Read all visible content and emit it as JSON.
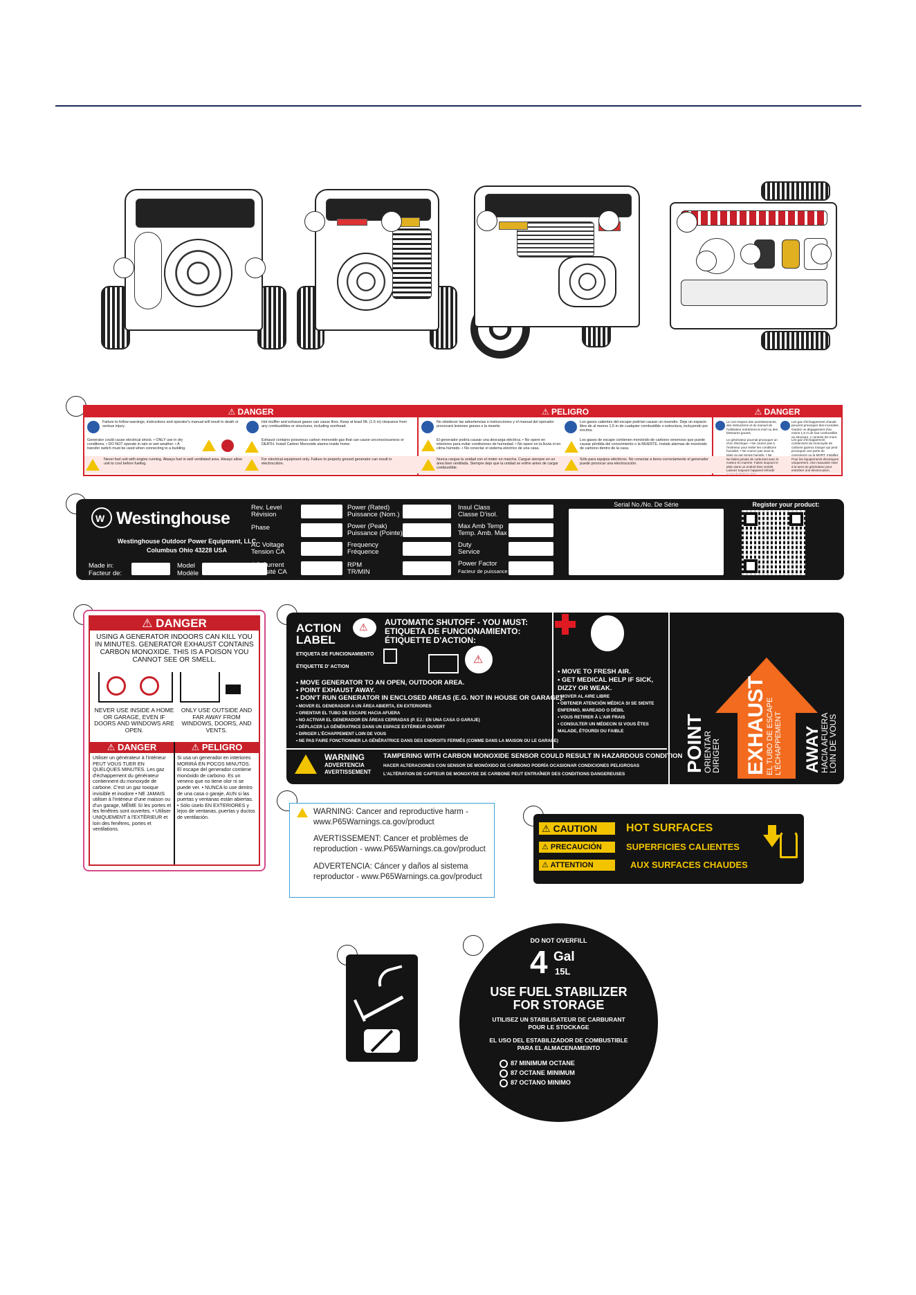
{
  "generator_faces": [
    {
      "name": "rear-view"
    },
    {
      "name": "left-side-view"
    },
    {
      "name": "right-side-view"
    },
    {
      "name": "control-panel-view"
    }
  ],
  "danger_label": {
    "sections": [
      {
        "header": "DANGER",
        "texts": [
          "Failure to follow warnings, instructions and operator's manual will result in death or serious injury.",
          "Hot muffler and exhaust gases can cause fires. Keep at least 5ft. (1.5 m) clearance from any combustibles or structures, including overhead.",
          "Generator could cause electrical shock. • ONLY use in dry conditions. • DO NOT operate in rain or wet weather. • A transfer switch must be used when connecting to a building.",
          "Exhaust contains poisonous carbon monoxide gas that can cause unconsciousness or DEATH. Install Carbon Monoxide alarms inside home.",
          "Never fuel unit with engine running. Always fuel in well ventilated area. Always allow unit to cool before fueling.",
          "For electrical equipment only. Failure to properly ground generator can result in electrocution."
        ]
      },
      {
        "header": "PELIGRO",
        "texts": [
          "No obedecer las advertencias e instrucciones y el manual del operador provocará lesiones graves o la muerte.",
          "Los gases calientes del escape podrían causar un incendio. Deje un espacio libre de al menos 1,5 m de cualquier combustible o estructura, incluyendo por encima.",
          "El generador podría causar una descarga eléctrica. • No opere en interiores para evitar condiciones de humedad. • No opere en la lluvia ni en clima húmedo. • No conectar el sistema eléctrico de una casa.",
          "Los gases de escape contienen monóxido de carbono venenoso que puede causar pérdida del conocimiento o la MUERTE. Instale alarmas de monóxido de carbono dentro de la casa.",
          "Nunca cargue la unidad con el motor en marcha. Cargue siempre en un área bien ventilada. Siempre deje que la unidad se enfríe antes de cargar combustible.",
          "Sólo para equipos eléctricos. No conectar a tierra correctamente el generador puede provocar una electrocución."
        ]
      },
      {
        "header": "DANGER",
        "texts": [
          "Le non-respect des avertissements, des instructions et du manuel de l'utilisateur entraînera la mort ou des blessures graves.",
          "Les gaz d'échappement chauds peuvent provoquer des incendies. Gardez un dégagement d'au moins 1,5 m de tout combustible ou structure, y compris les murs.",
          "Le générateur pourrait provoquer un choc électrique. • Ne courez pas à l'extérieur pour éviter les conditions humides. • Ne courez pas sous la pluie ou par temps humide. • Ne vous connectez pas au système électrique d'une maison.",
          "Les gaz d'échappement contiennent du monoxyde de carbone gazeux toxique qui peut provoquer une perte de conscience ou la MORT. Installez des avertisseurs de monoxyde de carbone à l'intérieur de la maison.",
          "Ne faites jamais de carburant avec le moteur en marche. Faites toujours le plein dans un endroit bien ventilé. Laissez toujours l'appareil refroidir avant de faire le plein.",
          "Pour les équipements électriques uniquement. Une mauvaise mise à la terre du générateur peut entraîner une électrocution."
        ]
      }
    ]
  },
  "rating_label": {
    "brand": "Westinghouse",
    "company": "Westinghouse Outdoor Power Equipment, LLC",
    "city": "Columbus Ohio 43228 USA",
    "made_in": "Made in:",
    "made_in_fr": "Facteur de:",
    "model": "Model",
    "model_fr": "Modèle",
    "col1": [
      {
        "en": "Rev. Level",
        "fr": "Révision"
      },
      {
        "en": "Phase",
        "fr": ""
      },
      {
        "en": "AC Voltage",
        "fr": "Tension CA"
      },
      {
        "en": "AC Current",
        "fr": "Intensité CA"
      }
    ],
    "col2": [
      {
        "en": "Power (Rated)",
        "fr": "Puissance (Nom.)"
      },
      {
        "en": "Power (Peak)",
        "fr": "Puissance (Pointe)"
      },
      {
        "en": "Frequency",
        "fr": "Fréquence"
      },
      {
        "en": "RPM",
        "fr": "TR/MIN"
      }
    ],
    "col3": [
      {
        "en": "Insul Class",
        "fr": "Classe D'isol."
      },
      {
        "en": "Max Amb Temp",
        "fr": "Temp. Amb. Max"
      },
      {
        "en": "Duty",
        "fr": "Service"
      },
      {
        "en": "Power Factor",
        "fr": "Facteur de puissance"
      }
    ],
    "serial": "Serial No./No. De Série",
    "register": "Register your product:"
  },
  "co_danger_label": {
    "header": "DANGER",
    "intro": "USING A GENERATOR INDOORS CAN KILL YOU IN MINUTES. GENERATOR EXHAUST CONTAINS CARBON MONOXIDE. THIS IS A POISON YOU CANNOT SEE OR SMELL.",
    "never": "NEVER USE INSIDE A HOME OR GARAGE, EVEN IF DOORS AND WINDOWS ARE OPEN.",
    "only": "ONLY USE OUTSIDE AND FAR AWAY FROM WINDOWS, DOORS, AND VENTS.",
    "fr_header": "DANGER",
    "es_header": "PELIGRO",
    "fr_text": "Utiliser un générateur à l'intérieur PEUT VOUS TUER EN QUELQUES MINUTES. Les gaz d'échappement du générateur contiennent du monoxyde de carbone. C'est un gaz toxique invisible et inodore • NE JAMAIS utiliser à l'intérieur d'une maison ou d'un garage, MÊME SI les portes et les fenêtres sont ouvertes. • Utiliser UNIQUEMENT à l'EXTÉRIEUR et loin des fenêtres, portes et ventilations.",
    "es_text": "Si usa un generador en interiores MORIRÁ EN POCOS MINUTOS. El escape del generador contiene monóxido de carbono. Es un veneno que no tiene olor ni se puede ver. • NUNCA lo use dentro de una casa o garaje, AUN si las puertas y ventanas están abiertas. • Sólo úselo EN EXTERIORES y lejos de ventanas, puertas y ductos de ventilación."
  },
  "action_label": {
    "title1": "ACTION",
    "title2": "LABEL",
    "title_es": "ETIQUETA DE FUNCIONAMIENTO",
    "title_fr": "ÉTIQUETTE D' ACTION",
    "auto1": "AUTOMATIC SHUTOFF - YOU MUST:",
    "auto2": "ETIQUETA DE FUNCIONAMIENTO:",
    "auto3": "ÉTIQUETTE D'ACTION:",
    "steps": [
      "• MOVE GENERATOR TO AN OPEN, OUTDOOR AREA.",
      "• POINT EXHAUST AWAY.",
      "• DON'T RUN GENERATOR IN ENCLOSED AREAS (E.G. NOT IN HOUSE OR GARAGE).",
      "• MOVER EL GENERADOR A UN ÁREA ABIERTA, EN EXTERIORES",
      "• ORIENTAR EL TUBO DE ESCAPE HACIA AFUERA",
      "• NO ACTIVAR EL GENERADOR EN ÁREAS CERRADAS (P. EJ.: EN UNA CASA O GARAJE)",
      "• DÉPLACER LA GÉNÉRATRICE DANS UN ESPACE EXTÉRIEUR OUVERT",
      "• DIRIGER L'ÉCHAPPEMENT LOIN DE VOUS",
      "• NE PAS FAIRE FONCTIONNER LA GÉNÉRATRICE DANS DES ENDROITS FERMÉS (COMME DANS LA MAISON OU LE GARAGE)"
    ],
    "health": [
      "• MOVE TO FRESH AIR.",
      "• GET MEDICAL HELP IF SICK,",
      "  DIZZY OR WEAK.",
      "• MOVER AL AIRE LIBRE",
      "• OBTENER ATENCIÓN MÉDICA SI SE SIENTE",
      "ENFERMO, MAREADO O DÉBIL",
      "• VOUS RETIRER À L'AIR FRAIS",
      "• CONSULTER UN MÉDECIN SI VOUS ÊTES",
      "MALADE, ÉTOURDI OU FAIBLE"
    ],
    "warning": "WARNING",
    "warning_es": "ADVERTENCIA",
    "warning_fr": "AVERTISSEMENT",
    "tamper_en": "TAMPERING WITH CARBON MONOXIDE SENSOR COULD RESULT IN HAZARDOUS CONDITION",
    "tamper_es": "HACER ALTERACIONES CON SENSOR DE MONÓXIDO DE CARBONO PODRÍA OCASIONAR CONDICIONES PELIGROSAS",
    "tamper_fr": "L'ALTÉRATION DE CAPTEUR DE MONOXYDE DE CARBONE PEUT ENTRAÎNER DES CONDITIONS DANGEREUSES",
    "point": "POINT",
    "point_es": "ORIENTAR",
    "point_fr": "DIRIGER",
    "exhaust": "EXHAUST",
    "exhaust_es": "EL TUBO DE ESCAPE",
    "exhaust_fr": "L'ÉCHAPPEMENT",
    "away": "AWAY",
    "away_es": "HACIA AFUERA",
    "away_fr": "LOIN DE VOUS"
  },
  "p65_label": {
    "lines": [
      "WARNING: Cancer and reproductive harm -",
      "www.P65Warnings.ca.gov/product",
      "AVERTISSEMENT: Cancer et problèmes de",
      "reproduction - www.P65Warnings.ca.gov/product",
      "ADVERTENCIA: Cáncer y daños al sistema",
      "reproductor - www.P65Warnings.ca.gov/product"
    ]
  },
  "caution_label": {
    "c1": "CAUTION",
    "c2": "PRECAUCIÓN",
    "c3": "ATTENTION",
    "t1": "HOT SURFACES",
    "t2": "SUPERFICIES CALIENTES",
    "t3": "AUX SURFACES CHAUDES"
  },
  "fuel_label": {
    "overfill": "DO NOT OVERFILL",
    "num": "4",
    "gal": "Gal",
    "liters": "15L",
    "l1": "USE FUEL STABILIZER",
    "l2": "FOR STORAGE",
    "l3": "UTILISEZ UN STABILISATEUR DE CARBURANT",
    "l4": "POUR LE STOCKAGE",
    "l5": "EL USO DEL ESTABILIZADOR DE COMBUSTIBLE",
    "l6": "PARA EL ALMACENAMEINTO",
    "o1": "87 MINIMUM OCTANE",
    "o2": "87 OCTANE MINIMUM",
    "o3": "87 OCTANO MINIMO"
  }
}
